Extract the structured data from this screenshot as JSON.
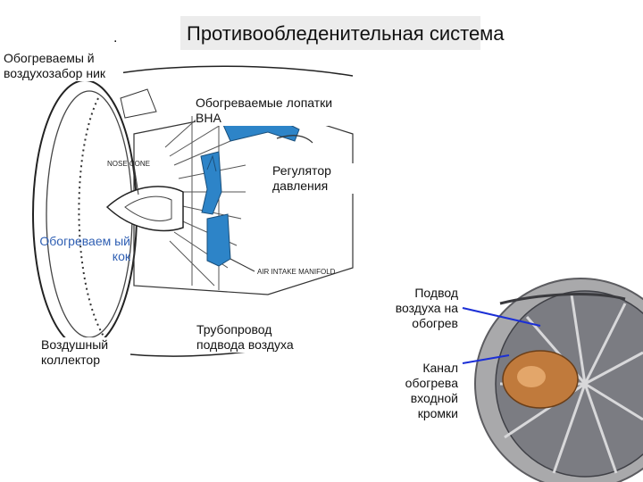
{
  "title": "Противообледенительная система",
  "marker": ".",
  "labels": {
    "intake": "Обогреваемы й воздухозабор ник",
    "vanes": "Обогреваемые лопатки ВНА",
    "regulator": "Регулятор давления",
    "nose": "Обогреваем ый кок",
    "collector": "Воздушный коллектор",
    "pipe": "Трубопровод подвода воздуха",
    "air_supply": "Подвод воздуха на обогрев",
    "channel": "Канал обогрева входной кромки"
  },
  "drawing_text": {
    "nose_cone": "NOSE CONE",
    "manifold": "AIR INTAKE MANIFOLD"
  },
  "colors": {
    "heated_parts": "#2d84c8",
    "pointer_lines": "#1b2fd6",
    "blue_label": "#2f5fb3"
  }
}
